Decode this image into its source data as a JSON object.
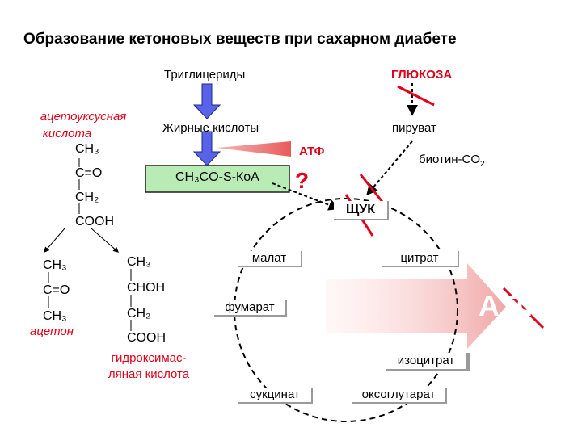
{
  "title": "Образование кетоновых веществ при сахарном диабете",
  "top": {
    "triglycerides": "Триглицериды",
    "glucose": "ГЛЮКОЗА",
    "fatty_acids": "Жирные кислоты",
    "pyruvate": "пируват",
    "atp": "АТФ",
    "biotin": "биотин-CO",
    "biotin_sub": "2",
    "acetyl_coa": "CH₃CO-S-КоА",
    "question": "?",
    "oaa": "ЩУК"
  },
  "acetoacetic": {
    "name_line1": "ацетоуксусная",
    "name_line2": "кислота",
    "c1": "CH₃",
    "c2": "C=O",
    "c3": "CH₂",
    "c4": "COOH"
  },
  "acetone": {
    "c1": "CH₃",
    "c2": "C=O",
    "c3": "CH₃",
    "name": "ацетон"
  },
  "hydroxybutyric": {
    "c1": "CH₃",
    "c2": "CHOH",
    "c3": "CH₂",
    "c4": "COOH",
    "name_line1": "гидроксимас-",
    "name_line2": "ляная кислота"
  },
  "cycle": {
    "malate": "малат",
    "citrate": "цитрат",
    "fumarate": "фумарат",
    "isocitrate": "изоцитрат",
    "succinate": "сукцинат",
    "oxoglutarate": "оксоглутарат",
    "atp_big": "АТФ"
  },
  "colors": {
    "blue_arrow": "#5a62e8",
    "acetyl_box": "#b9ecb4",
    "red": "#e1001a"
  }
}
